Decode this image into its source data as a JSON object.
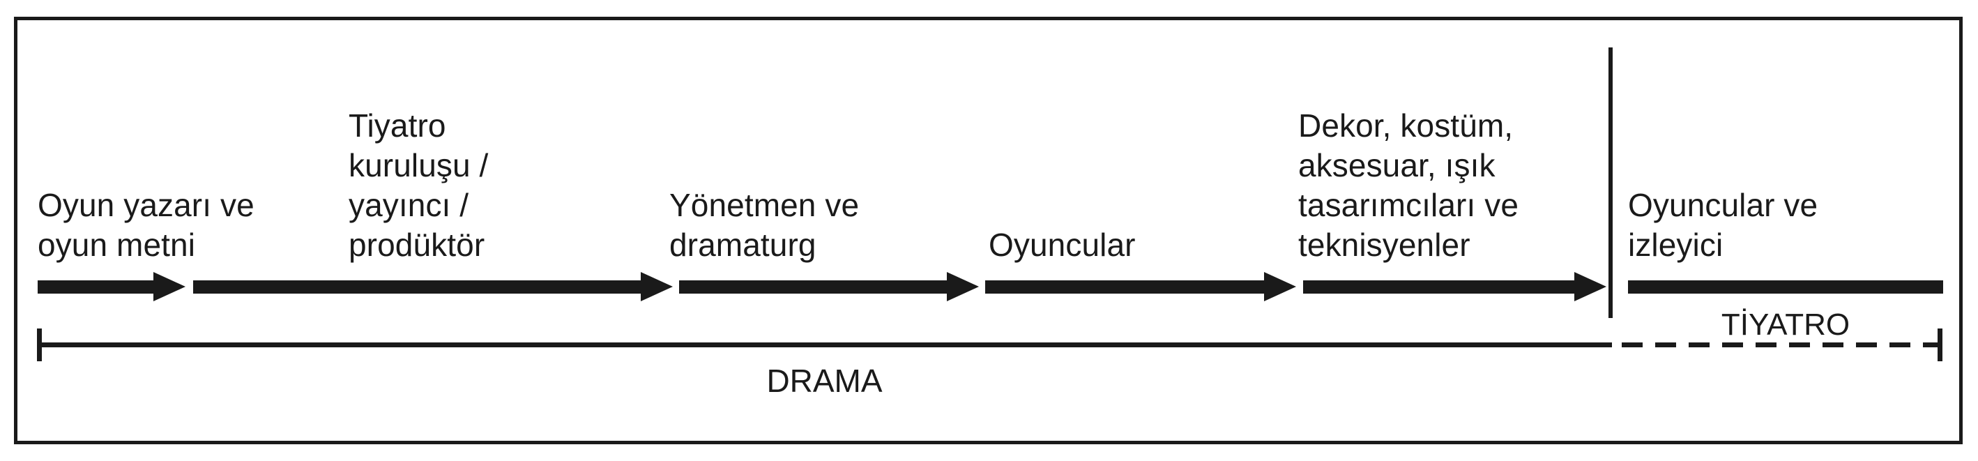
{
  "diagram": {
    "title_text": "",
    "colors": {
      "ink": "#1a1a1a",
      "paper": "#ffffff"
    },
    "stages": [
      {
        "id": "playwright",
        "label": "Oyun yazarı ve\noyun metni"
      },
      {
        "id": "publisher",
        "label": "Tiyatro\nkuruluşu /\nyayıncı /\nprodüktör"
      },
      {
        "id": "director",
        "label": "Yönetmen ve\ndramaturg"
      },
      {
        "id": "actors",
        "label": "Oyuncular"
      },
      {
        "id": "designers",
        "label": "Dekor, kostüm,\naksesuar, ışık\ntasarımcıları ve\nteknisyenler"
      },
      {
        "id": "performance",
        "label": "Oyuncular ve\nizleyici"
      }
    ],
    "arrow_count": 5,
    "right_section_caption": "TİYATRO",
    "bracket_caption": "DRAMA",
    "bracket": {
      "solid_label": "DRAMA",
      "dashed_label": "TİYATRO",
      "solid_spans_stages": 5,
      "dashed_spans_stages": 1
    }
  }
}
